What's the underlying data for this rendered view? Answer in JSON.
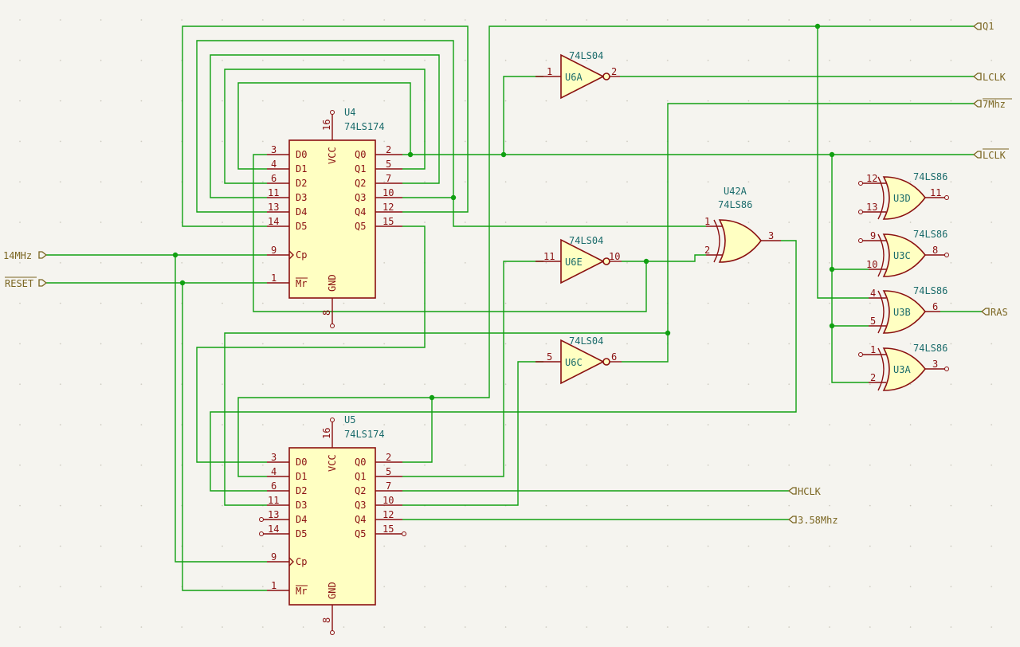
{
  "net_labels": {
    "q1": "Q1",
    "lclk": "LCLK",
    "mhz7": "7Mhz",
    "lclk_bar": "LCLK",
    "ras": "RAS",
    "mhz14": "14MHz",
    "reset": "RESET",
    "hclk": "HCLK",
    "mhz358": "3.58Mhz"
  },
  "u4": {
    "ref": "U4",
    "value": "74LS174",
    "pins_left": [
      [
        "3",
        "D0"
      ],
      [
        "4",
        "D1"
      ],
      [
        "6",
        "D2"
      ],
      [
        "11",
        "D3"
      ],
      [
        "13",
        "D4"
      ],
      [
        "14",
        "D5"
      ]
    ],
    "pins_right": [
      [
        "2",
        "Q0"
      ],
      [
        "5",
        "Q1"
      ],
      [
        "7",
        "Q2"
      ],
      [
        "10",
        "Q3"
      ],
      [
        "12",
        "Q4"
      ],
      [
        "15",
        "Q5"
      ]
    ],
    "clk": [
      "9",
      "Cp"
    ],
    "mr": [
      "1",
      "Mr"
    ],
    "vcc": [
      "16",
      "VCC"
    ],
    "gnd": [
      "8",
      "GND"
    ]
  },
  "u5": {
    "ref": "U5",
    "value": "74LS174",
    "pins_left": [
      [
        "3",
        "D0"
      ],
      [
        "4",
        "D1"
      ],
      [
        "6",
        "D2"
      ],
      [
        "11",
        "D3"
      ],
      [
        "13",
        "D4"
      ],
      [
        "14",
        "D5"
      ]
    ],
    "pins_right": [
      [
        "2",
        "Q0"
      ],
      [
        "5",
        "Q1"
      ],
      [
        "7",
        "Q2"
      ],
      [
        "10",
        "Q3"
      ],
      [
        "12",
        "Q4"
      ],
      [
        "15",
        "Q5"
      ]
    ],
    "clk": [
      "9",
      "Cp"
    ],
    "mr": [
      "1",
      "Mr"
    ],
    "vcc": [
      "16",
      "VCC"
    ],
    "gnd": [
      "8",
      "GND"
    ]
  },
  "u6a": {
    "ref": "U6A",
    "value": "74LS04",
    "in": "1",
    "out": "2"
  },
  "u6e": {
    "ref": "U6E",
    "value": "74LS04",
    "in": "11",
    "out": "10"
  },
  "u6c": {
    "ref": "U6C",
    "value": "74LS04",
    "in": "5",
    "out": "6"
  },
  "u42a": {
    "ref": "U42A",
    "value": "74LS86",
    "in1": "1",
    "in2": "2",
    "out": "3"
  },
  "u3d": {
    "ref": "U3D",
    "value": "74LS86",
    "in1": "12",
    "in2": "13",
    "out": "11"
  },
  "u3c": {
    "ref": "U3C",
    "value": "74LS86",
    "in1": "9",
    "in2": "10",
    "out": "8"
  },
  "u3b": {
    "ref": "U3B",
    "value": "74LS86",
    "in1": "4",
    "in2": "5",
    "out": "6"
  },
  "u3a": {
    "ref": "U3A",
    "value": "74LS86",
    "in1": "1",
    "in2": "2",
    "out": "3"
  }
}
